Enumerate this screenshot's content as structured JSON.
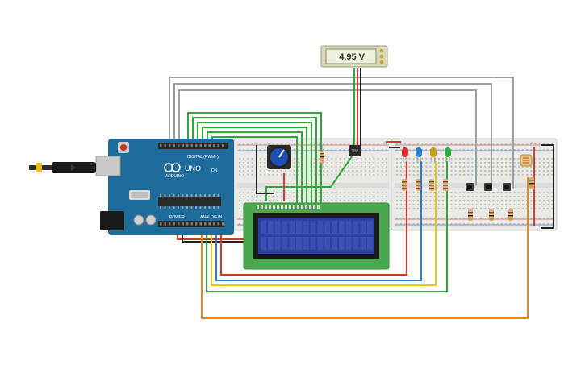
{
  "voltmeter": {
    "reading": "4.95 V"
  },
  "arduino": {
    "board_name": "UNO",
    "brand": "ARDUINO",
    "digital_label": "DIGITAL (PWM~)",
    "power_label": "POWER",
    "analog_label": "ANALOG IN",
    "on_label": "ON"
  },
  "sensor": {
    "label": "TMP"
  },
  "colors": {
    "wire_green": "#2ea836",
    "wire_gray": "#9aa0a6",
    "wire_red": "#d6362b",
    "wire_black": "#222222",
    "wire_yellow": "#e7c61b",
    "wire_blue": "#2a7bd0",
    "wire_orange": "#e38a1c",
    "board_blue": "#1f6b9c",
    "lcd_screen": "#2b3f9e",
    "pcb_green": "#4aa84e"
  },
  "leds": [
    {
      "name": "red",
      "color": "#d4322b"
    },
    {
      "name": "blue",
      "color": "#2c7fd0"
    },
    {
      "name": "yellow",
      "color": "#c6a21a"
    },
    {
      "name": "green",
      "color": "#2fae3a"
    }
  ],
  "icons": [
    "usb-cable-icon",
    "potentiometer-icon",
    "temperature-sensor-icon",
    "photoresistor-icon",
    "pushbutton-icon"
  ]
}
